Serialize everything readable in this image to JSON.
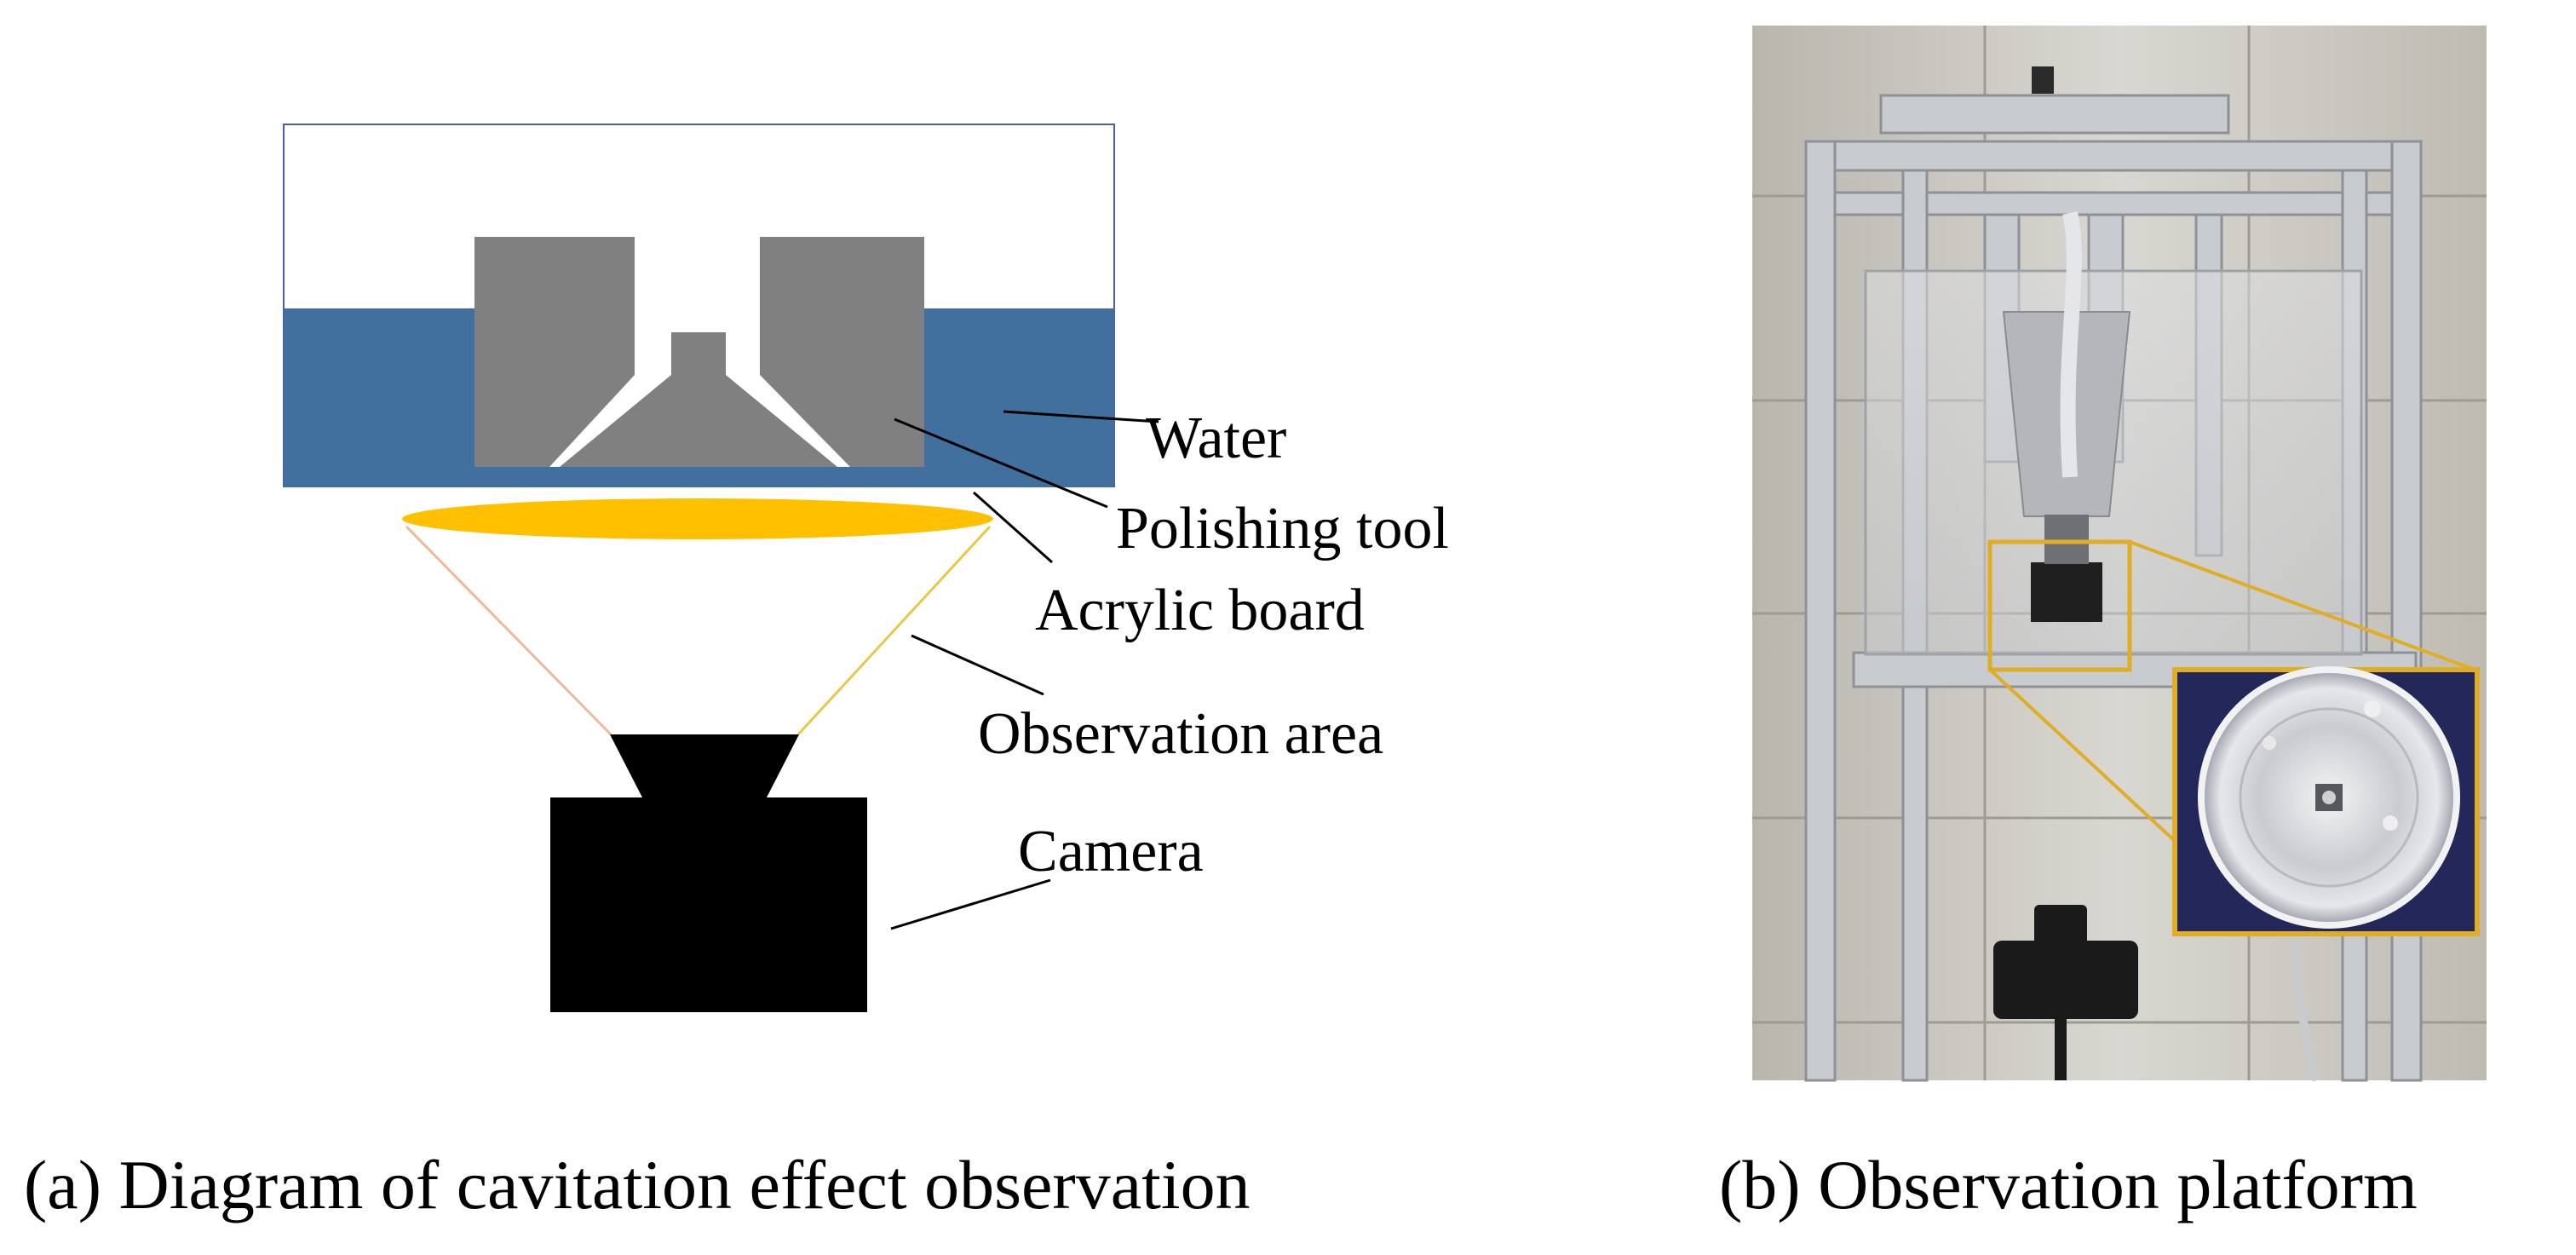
{
  "labels": {
    "water": "Water",
    "polishing_tool": "Polishing tool",
    "acrylic_board": "Acrylic board",
    "observation_area": "Observation area",
    "camera": "Camera"
  },
  "captions": {
    "a": "(a) Diagram of cavitation effect observation",
    "b": "(b) Observation platform"
  },
  "colors": {
    "water": "#41709e",
    "polishing_tool": "#808080",
    "acrylic_board": "#ffc000",
    "camera": "#000000",
    "inset_border": "#e0ad24",
    "cone_left": "#f0b896",
    "cone_right": "#e8c84a"
  }
}
